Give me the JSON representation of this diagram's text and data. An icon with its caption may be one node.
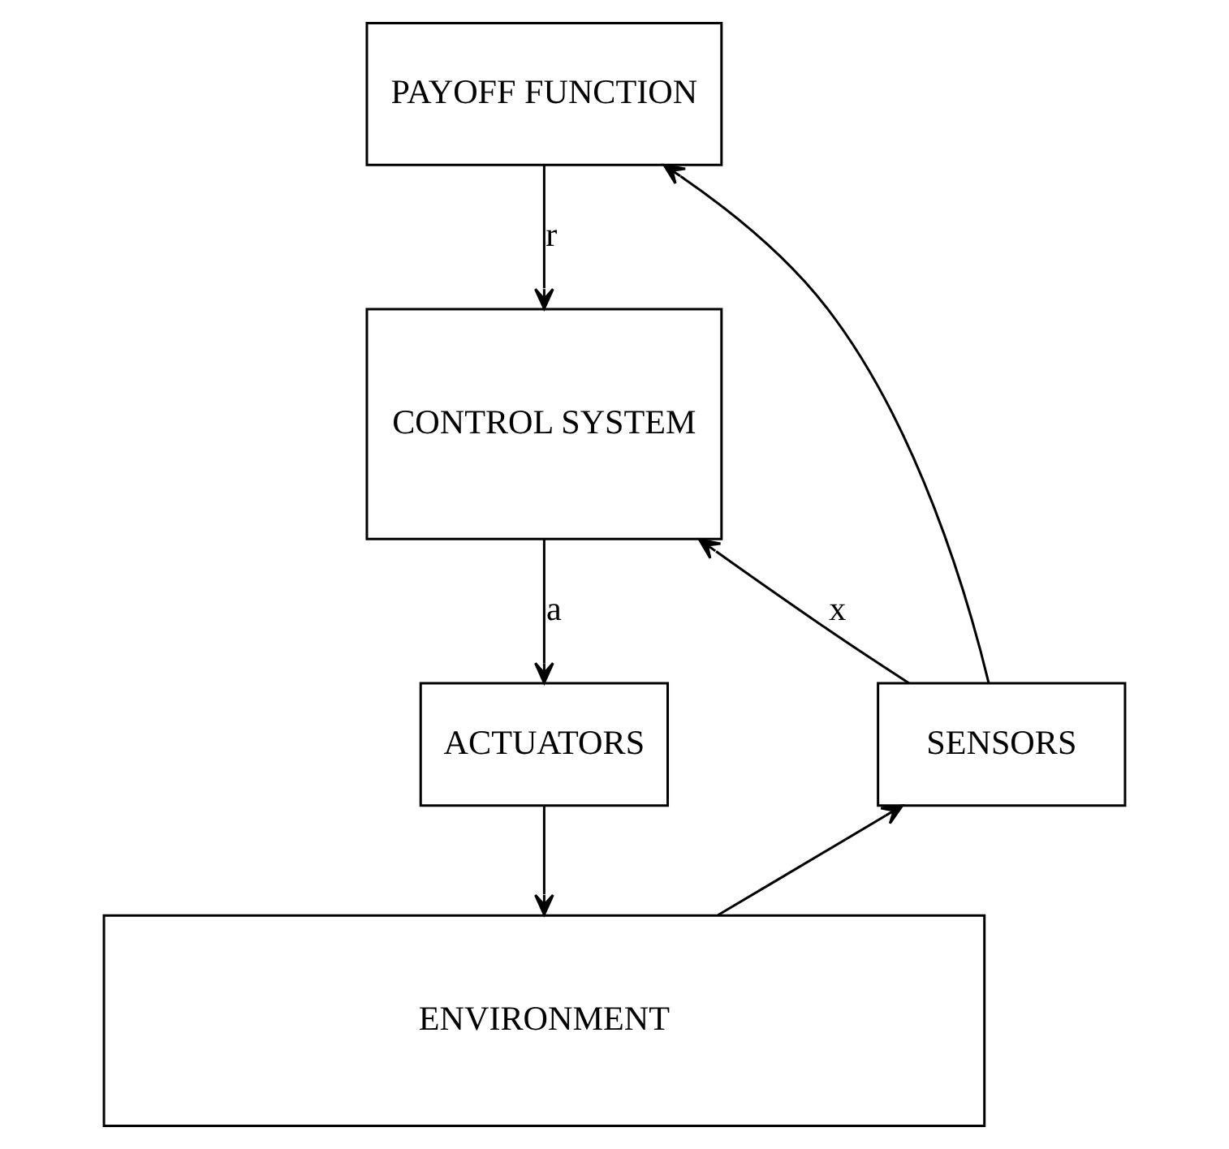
{
  "diagram": {
    "nodes": [
      {
        "text": [
          "PAYOFF FUNCTION"
        ]
      },
      {
        "text": [
          "CONTROL SYSTEM"
        ]
      },
      {
        "text": [
          "SENSORS"
        ]
      },
      {
        "text": [
          "ACTUATORS"
        ]
      },
      {
        "text": [
          "ENVIRONMENT"
        ]
      }
    ],
    "edges": [
      {
        "from": 2,
        "to": 0,
        "arrow": "to"
      },
      {
        "from": 2,
        "to": 1,
        "label": "x",
        "arrow": "to"
      },
      {
        "from": 0,
        "to": 1,
        "label": "r",
        "arrow": "to"
      },
      {
        "from": 1,
        "to": 3,
        "label": "a",
        "arrow": "to"
      },
      {
        "from": 3,
        "to": 4,
        "arrow": "to"
      },
      {
        "from": 4,
        "to": 2,
        "arrow": "to"
      }
    ]
  }
}
